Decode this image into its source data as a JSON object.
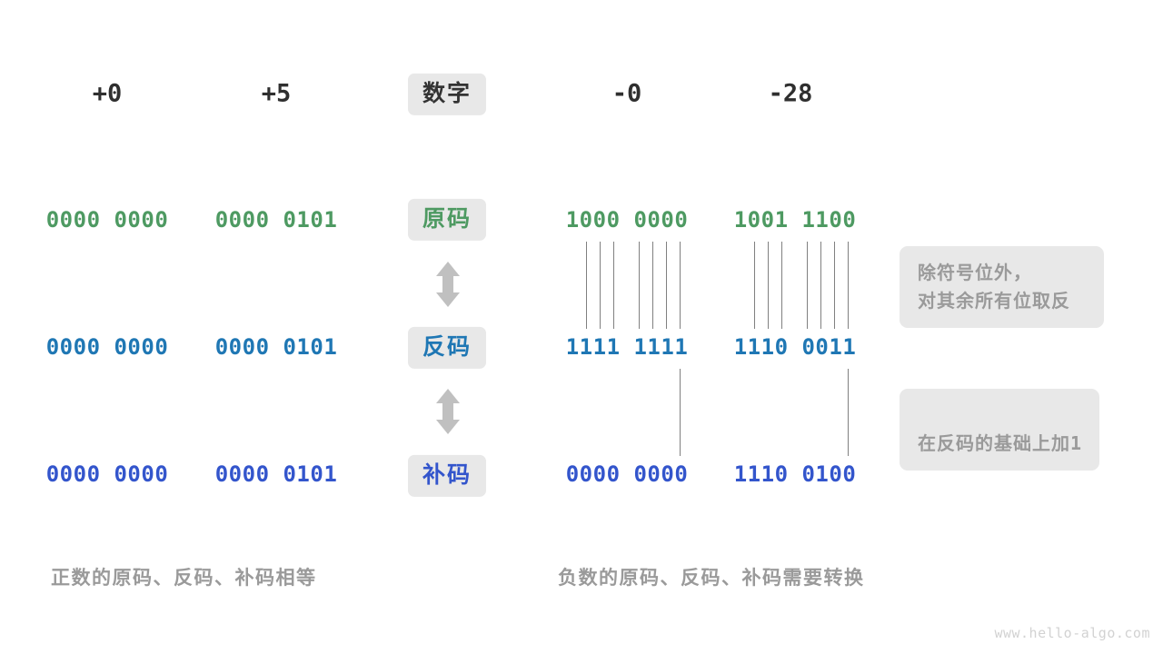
{
  "diagram": {
    "title_row": {
      "label": "数字",
      "values": [
        "+0",
        "+5",
        "-0",
        "-28"
      ]
    },
    "rows": [
      {
        "key": "true_form",
        "label": "原码",
        "color": "#4e9a62",
        "values": [
          "0000 0000",
          "0000 0101",
          "1000 0000",
          "1001 1100"
        ]
      },
      {
        "key": "ones_complement",
        "label": "反码",
        "color": "#1f77b4",
        "values": [
          "0000 0000",
          "0000 0101",
          "1111 1111",
          "1110 0011"
        ]
      },
      {
        "key": "twos_complement",
        "label": "补码",
        "color": "#3355cc",
        "values": [
          "0000 0000",
          "0000 0101",
          "0000 0000",
          "1110 0100"
        ]
      }
    ],
    "annotations": [
      {
        "key": "invert-note",
        "text": "除符号位外，\n对其余所有位取反"
      },
      {
        "key": "plus-one-note",
        "text": "在反码的基础上加",
        "suffix": "1"
      }
    ],
    "captions": {
      "left": "正数的原码、反码、补码相等",
      "right": "负数的原码、反码、补码需要转换"
    },
    "watermark": "www.hello-algo.com",
    "arrow_icon": "double-headed-vertical-arrow",
    "colors": {
      "badge_background": "#e8e8e8",
      "text_dark": "#2f2f2f",
      "muted": "#9a9a9a",
      "connector_line": "#808080",
      "arrow_fill": "#c0c0c0",
      "page_background": "#ffffff"
    }
  }
}
